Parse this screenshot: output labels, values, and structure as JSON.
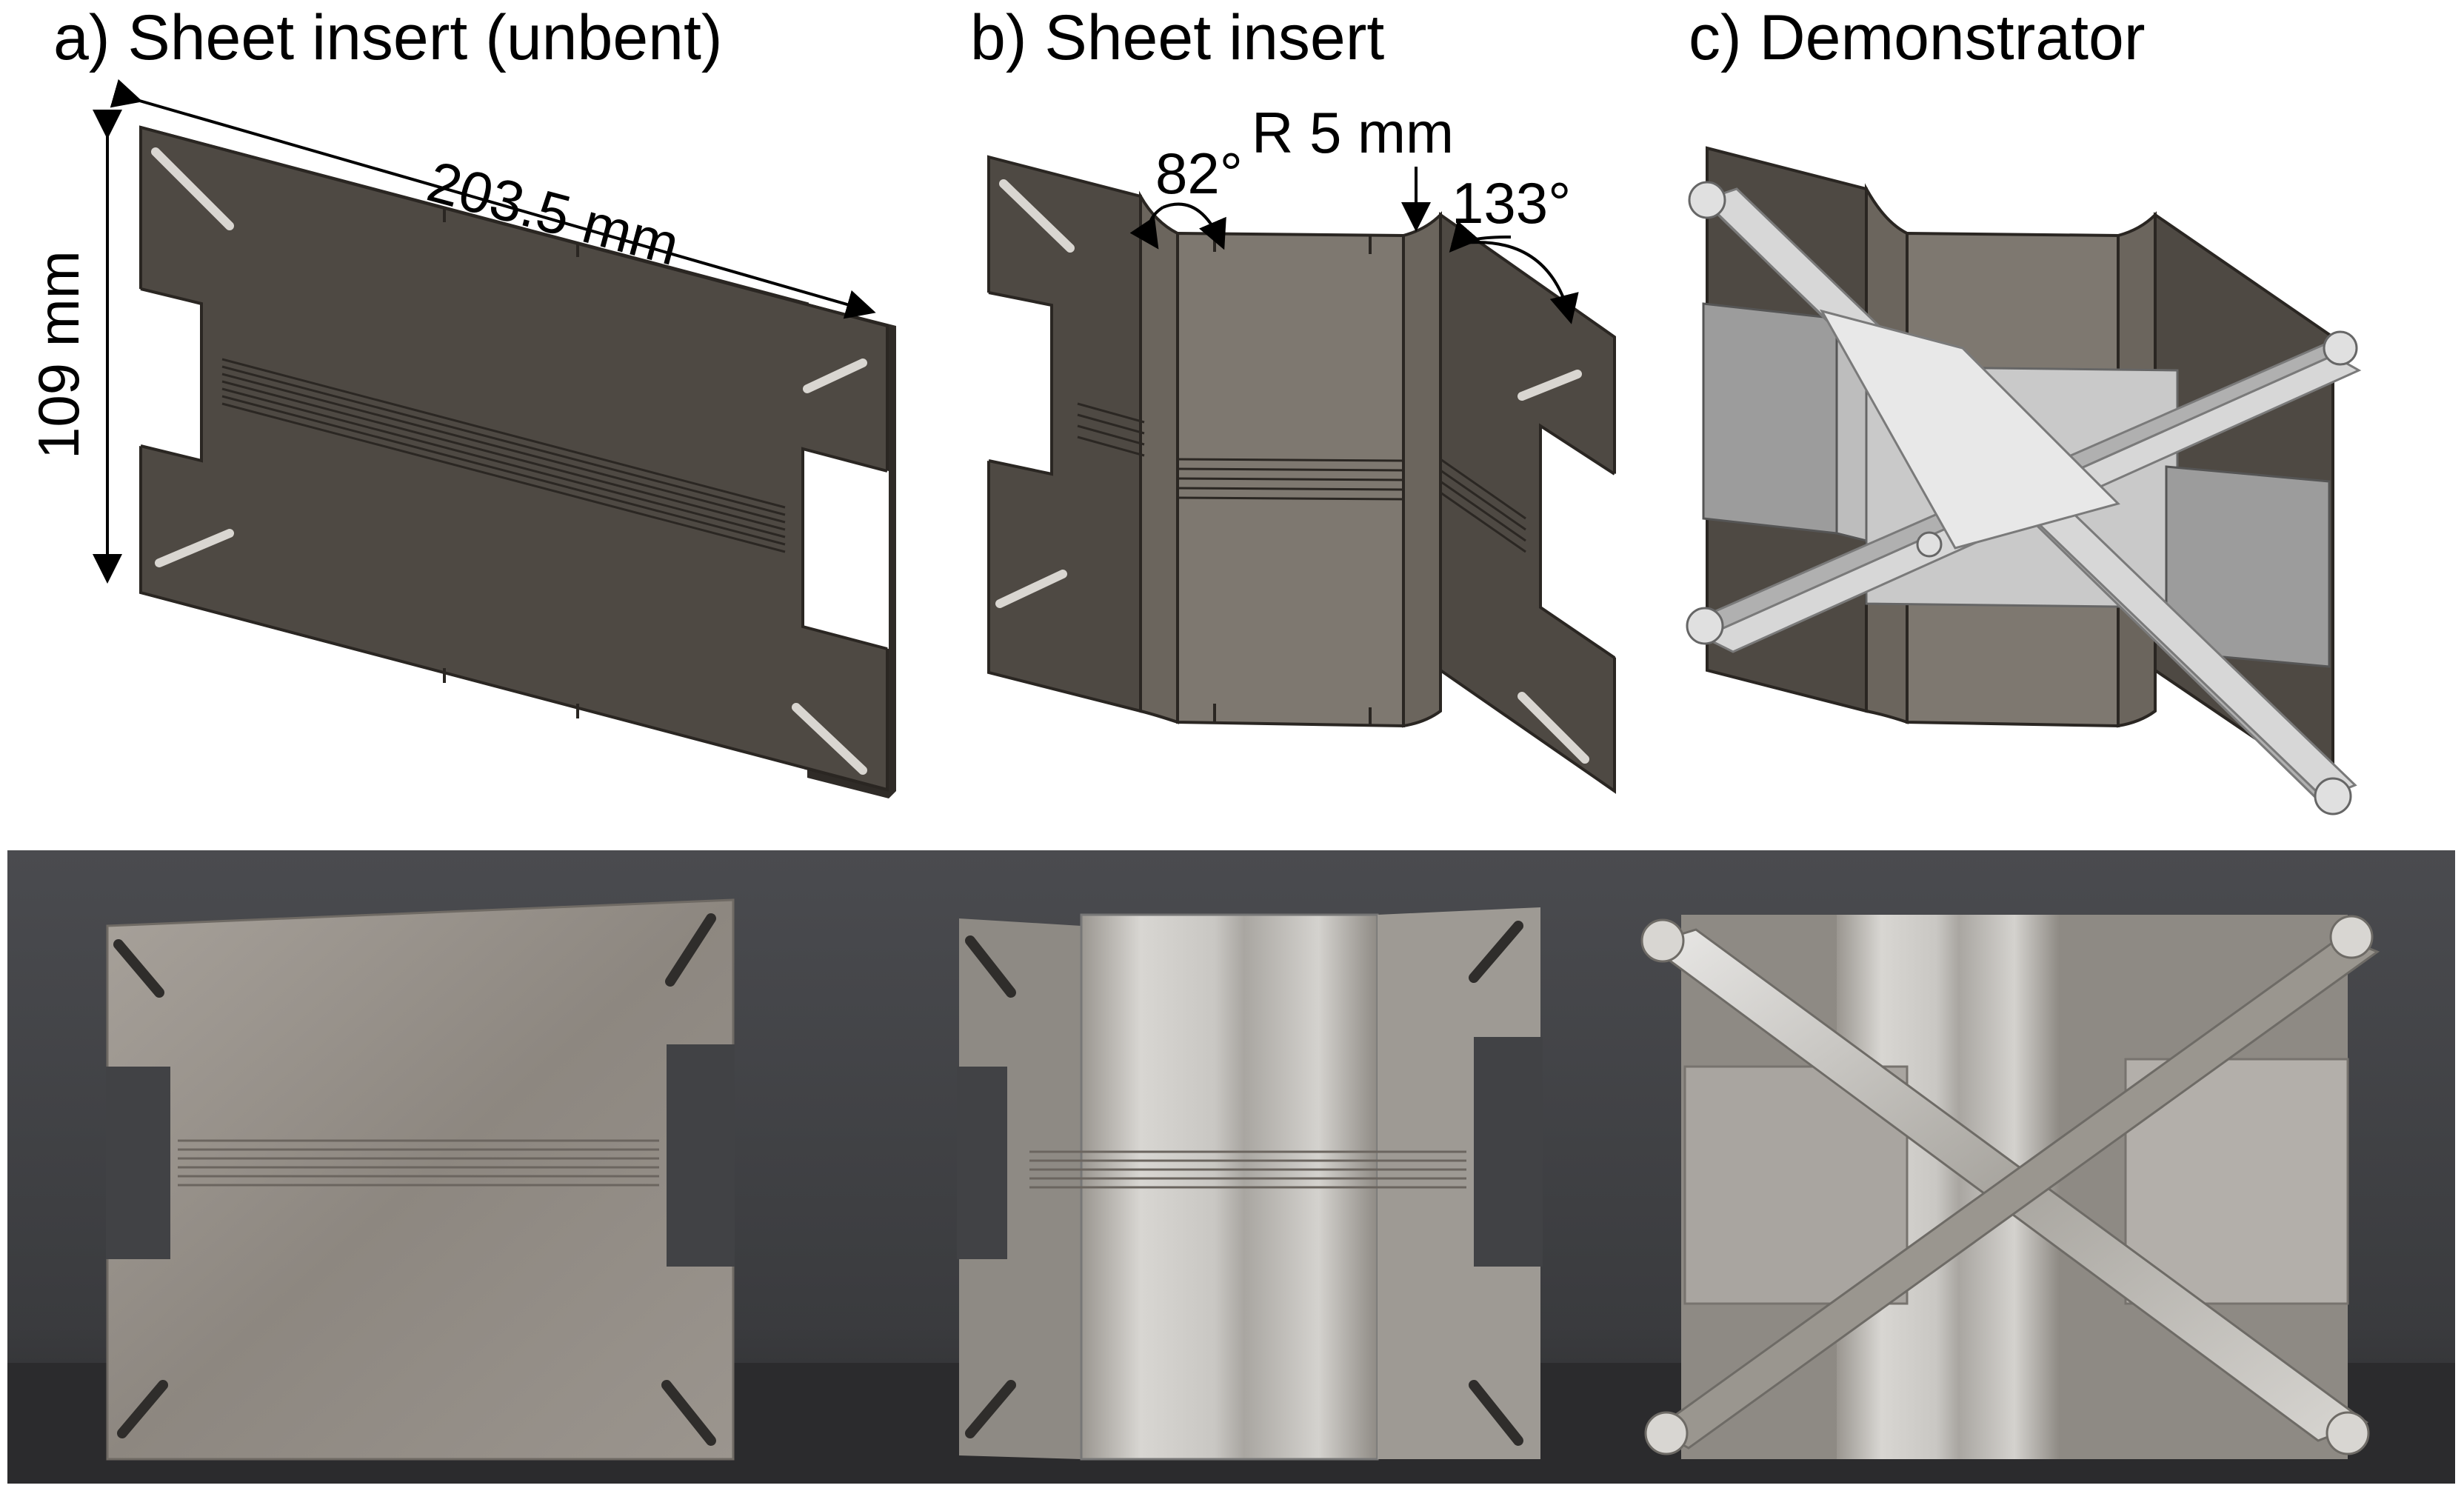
{
  "panels": {
    "a": {
      "label": "a) Sheet insert (unbent)",
      "width_dim": "203.5 mm",
      "height_dim": "109 mm"
    },
    "b": {
      "label": "b) Sheet insert",
      "angle_left": "82°",
      "radius": "R 5 mm",
      "angle_right": "133°"
    },
    "c": {
      "label": "c) Demonstrator"
    }
  },
  "colors": {
    "sheet_dark": "#4e4943",
    "sheet_edge": "#2f2b27",
    "sheet_light": "#8c857c",
    "rib_gray": "#c8c8c8",
    "photo_bg": "#3b3c3f",
    "photo_metal": "#b9b6b0"
  }
}
